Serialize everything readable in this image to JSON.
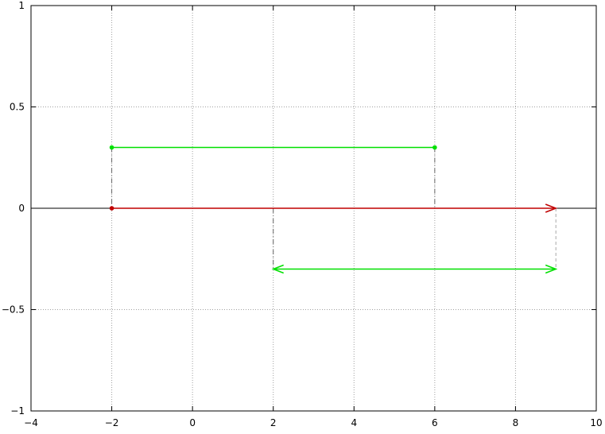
{
  "chart_data": {
    "type": "line",
    "title": "",
    "xlabel": "",
    "ylabel": "",
    "xlim": [
      -4,
      10
    ],
    "ylim": [
      -1,
      1
    ],
    "xticks": [
      -4,
      -2,
      0,
      2,
      4,
      6,
      8,
      10
    ],
    "yticks": [
      -1,
      -0.5,
      0,
      0.5,
      1
    ],
    "xtick_labels": [
      "−4",
      "−2",
      "0",
      "2",
      "4",
      "6",
      "8",
      "10"
    ],
    "ytick_labels": [
      "−1",
      "−0.5",
      "0",
      "0.5",
      "1"
    ],
    "grid": true,
    "zero_axis": true,
    "elements": [
      {
        "kind": "segment",
        "from": [
          -2,
          0.3
        ],
        "to": [
          6,
          0.3
        ],
        "color": "#00e000",
        "start_marker": "dot",
        "end_marker": "dot"
      },
      {
        "kind": "arrow",
        "from": [
          -2,
          0
        ],
        "to": [
          9,
          0
        ],
        "color": "#c00000",
        "start_marker": "dot",
        "end_marker": "arrowhead"
      },
      {
        "kind": "double-arrow",
        "from": [
          2,
          -0.3
        ],
        "to": [
          9,
          -0.3
        ],
        "color": "#00e000",
        "start_marker": "arrowhead",
        "end_marker": "arrowhead"
      }
    ],
    "guides": [
      {
        "from": [
          -2,
          0.3
        ],
        "to": [
          -2,
          0
        ],
        "style": "dash-dot",
        "color": "#666666"
      },
      {
        "from": [
          6,
          0.3
        ],
        "to": [
          6,
          0
        ],
        "style": "dash-dot",
        "color": "#666666"
      },
      {
        "from": [
          2,
          0
        ],
        "to": [
          2,
          -0.3
        ],
        "style": "dash-dot",
        "color": "#666666"
      },
      {
        "from": [
          9,
          0
        ],
        "to": [
          9,
          -0.3
        ],
        "style": "dashed",
        "color": "#aaaaaa"
      }
    ]
  }
}
